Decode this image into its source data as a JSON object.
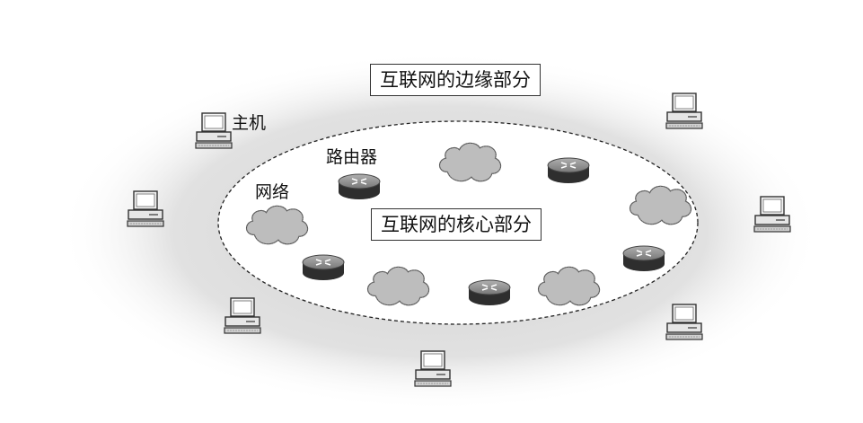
{
  "labels": {
    "edge": "互联网的边缘部分",
    "core": "互联网的核心部分",
    "host": "主机",
    "router": "路由器",
    "network": "网络"
  },
  "icons": {
    "host": "desktop-computer-icon",
    "router": "router-icon",
    "network": "cloud-network-icon"
  },
  "colors": {
    "edge_halo": "#d9d9d9",
    "core_fill": "#ffffff",
    "router_top": "#8f8f8f",
    "router_side": "#2e2e2e",
    "cloud_fill": "#bdbdbd"
  }
}
